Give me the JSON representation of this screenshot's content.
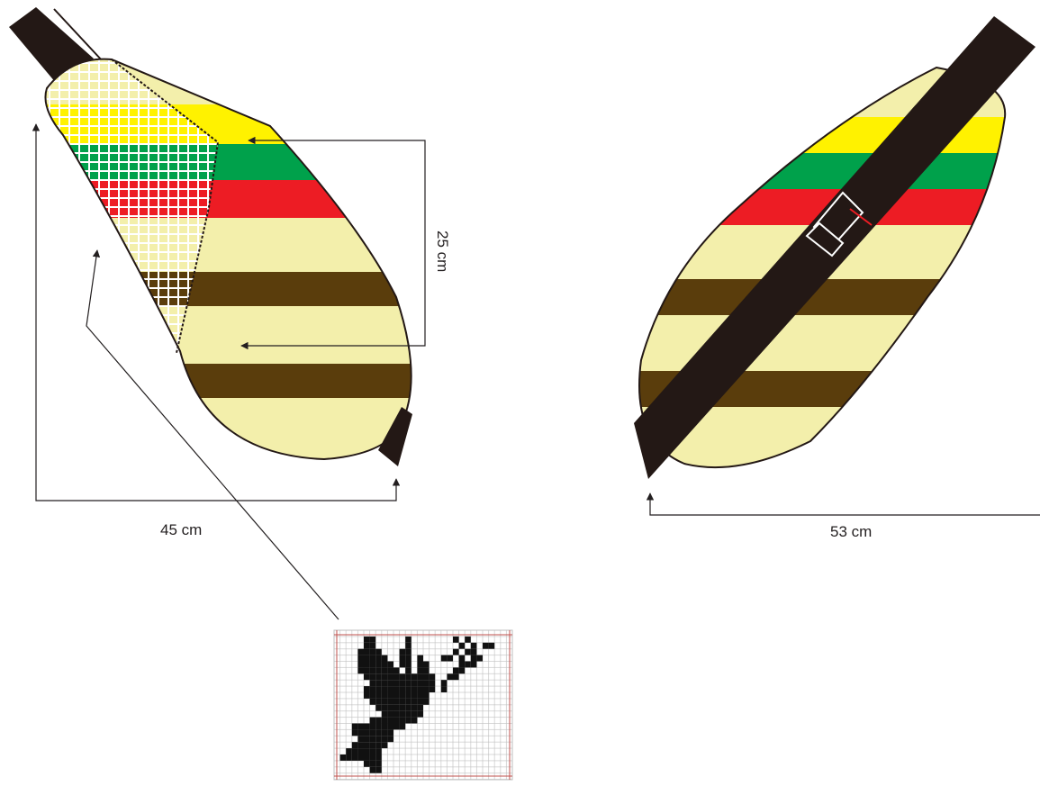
{
  "dimensions": {
    "front_width": "45 cm",
    "front_height": "25 cm",
    "back_width": "53 cm"
  },
  "colors": {
    "body": "#f3efab",
    "yellow": "#fff200",
    "green": "#00a14b",
    "red": "#ed1c24",
    "brown": "#5a3d0c",
    "strap": "#231815",
    "mesh": "#ffffff"
  },
  "motif_chart": {
    "icon": "dove-with-olive-branch",
    "cols": 30,
    "rows": 24
  }
}
